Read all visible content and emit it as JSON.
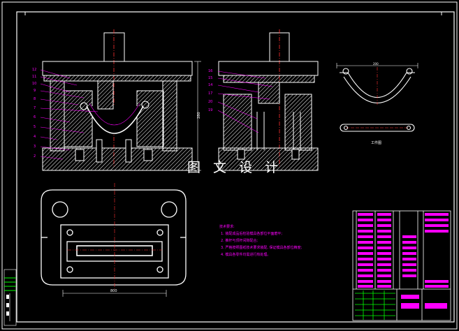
{
  "watermark": "图 文 设 计",
  "views": {
    "part_caption": "工件图"
  },
  "dimensions": {
    "front_height": "280",
    "plan_width": "800",
    "part_width": "200"
  },
  "notes": {
    "heading": "技术要求:",
    "lines": [
      "1. 装配成品后检验模具各部位平面磨平;",
      "2. 推杆与顶杆间隙配合;",
      "3. 严格按照图纸技术要求装配, 保证模具各部位精度;",
      "4. 模具各零件均需进行热处理。"
    ]
  },
  "colors": {
    "background": "#000000",
    "outline": "#ffffff",
    "magenta": "#ff00ff",
    "center_red": "#ff3030",
    "green": "#00ff00",
    "yellow": "#ffff00",
    "cyan": "#00ffff"
  }
}
